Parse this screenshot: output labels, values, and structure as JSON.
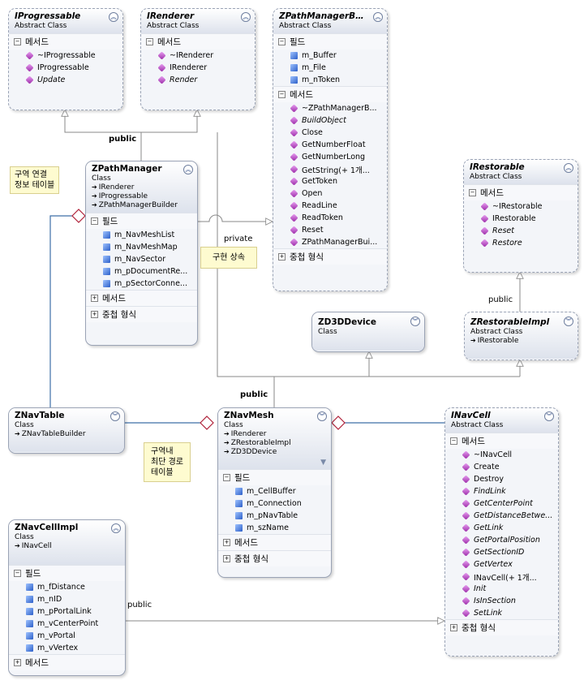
{
  "section_labels": {
    "fields": "필드",
    "methods": "메서드",
    "nested": "중첩 형식"
  },
  "classes": {
    "iprogressable": {
      "name": "IProgressable",
      "kind": "Abstract Class",
      "methods": [
        "~IProgressable",
        "IProgressable",
        "Update"
      ]
    },
    "irenderer": {
      "name": "IRenderer",
      "kind": "Abstract Class",
      "methods": [
        "~IRenderer",
        "IRenderer",
        "Render"
      ]
    },
    "zpathmanagerbuilder": {
      "name": "ZPathManagerBu...",
      "kind": "Abstract Class",
      "fields": [
        "m_Buffer",
        "m_File",
        "m_nToken"
      ],
      "methods": [
        "~ZPathManagerB...",
        "BuildObject",
        "Close",
        "GetNumberFloat",
        "GetNumberLong",
        "GetString(+ 1개...",
        "GetToken",
        "Open",
        "ReadLine",
        "ReadToken",
        "Reset",
        "ZPathManagerBui..."
      ]
    },
    "zpathmanager": {
      "name": "ZPathManager",
      "kind": "Class",
      "inherits": [
        "IRenderer",
        "IProgressable",
        "ZPathManagerBuilder"
      ],
      "fields": [
        "m_NavMeshList",
        "m_NavMeshMap",
        "m_NavSector",
        "m_pDocumentRe...",
        "m_pSectorConne..."
      ]
    },
    "irestorable": {
      "name": "IRestorable",
      "kind": "Abstract Class",
      "methods": [
        "~IRestorable",
        "IRestorable",
        "Reset",
        "Restore"
      ]
    },
    "zd3ddevice": {
      "name": "ZD3DDevice",
      "kind": "Class"
    },
    "zrestorableimpl": {
      "name": "ZRestorableImpl",
      "kind": "Abstract Class",
      "inherits": [
        "IRestorable"
      ]
    },
    "znavtable": {
      "name": "ZNavTable",
      "kind": "Class",
      "inherits": [
        "ZNavTableBuilder"
      ]
    },
    "znavmesh": {
      "name": "ZNavMesh",
      "kind": "Class",
      "inherits": [
        "IRenderer",
        "ZRestorableImpl",
        "ZD3DDevice"
      ],
      "fields": [
        "m_CellBuffer",
        "m_Connection",
        "m_pNavTable",
        "m_szName"
      ]
    },
    "inavcell": {
      "name": "INavCell",
      "kind": "Abstract Class",
      "methods": [
        "~INavCell",
        "Create",
        "Destroy",
        "FindLink",
        "GetCenterPoint",
        "GetDistanceBetwe...",
        "GetLink",
        "GetPortalPosition",
        "GetSectionID",
        "GetVertex",
        "INavCell(+ 1개...",
        "Init",
        "IsInSection",
        "SetLink"
      ]
    },
    "znavcellimpl": {
      "name": "ZNavCellImpl",
      "kind": "Class",
      "inherits": [
        "INavCell"
      ],
      "fields": [
        "m_fDistance",
        "m_nID",
        "m_pPortalLink",
        "m_vCenterPoint",
        "m_vPortal",
        "m_vVertex"
      ]
    }
  },
  "notes": {
    "zone_table": "구역 연결\n정보 테이블",
    "impl_inherit": "구현 상속",
    "shortest_path": "구역내\n최단 경로\n테이블"
  },
  "connector_labels": {
    "public_top": "public",
    "private": "private",
    "public_restorable": "public",
    "public_mesh": "public",
    "public_cell": "public"
  }
}
